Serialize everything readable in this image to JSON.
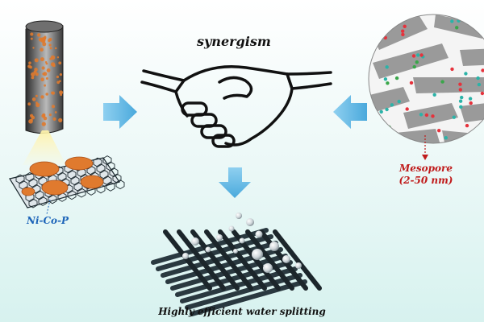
{
  "labels": {
    "synergism": "synergism",
    "catalyst": "Ni-Co-P",
    "mesopore": "Mesopore",
    "mesopore_size": "(2-50 nm)",
    "outcome": "Highly efficient water splitting"
  },
  "colors": {
    "arrow": "#5cb6e3",
    "nickel_cobalt_phosphide": "#e07a2e",
    "carbon_lattice": "#2a3940",
    "mesopore_label": "#c01b1b",
    "catalyst_label": "#1b63b8"
  },
  "icons": {
    "handshake": "handshake-icon",
    "arrows": "arrow-icon"
  }
}
